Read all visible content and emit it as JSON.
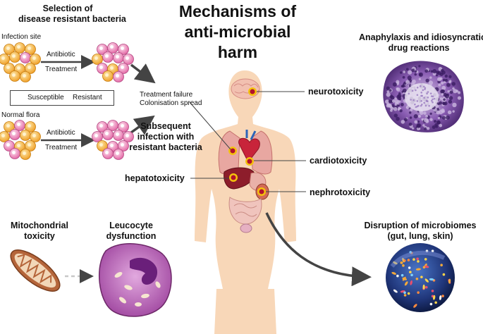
{
  "title": "Mechanisms of anti-microbial harm",
  "title_lines": [
    "Mechanisms of",
    "anti-microbial harm"
  ],
  "selection": {
    "heading_line1": "Selection of",
    "heading_line2": "disease resistant bacteria",
    "infection_site": "Infection site",
    "normal_flora": "Normal flora",
    "antibiotic": "Antibiotic",
    "treatment": "Treatment",
    "legend_susceptible": "Susceptible",
    "legend_resistant": "Resistant",
    "treatment_failure": "Treatment failure",
    "colonisation": "Colonisation spread",
    "subsequent_line1": "Subsequent",
    "subsequent_line2": "infection with",
    "subsequent_line3": "resistant bacteria"
  },
  "organs": {
    "neuro": "neurotoxicity",
    "cardio": "cardiotoxicity",
    "hepato": "hepatotoxicity",
    "nephro": "nephrotoxicity"
  },
  "anaphylaxis": {
    "line1": "Anaphylaxis and idiosyncratic",
    "line2": "drug reactions"
  },
  "microbiome": {
    "line1": "Disruption of microbiomes",
    "line2": "(gut, lung, skin)"
  },
  "mito": {
    "line1": "Mitochondrial",
    "line2": "toxicity"
  },
  "leuco": {
    "line1": "Leucocyte",
    "line2": "dysfunction"
  },
  "colors": {
    "susceptible": "#f6b23a",
    "resistant": "#f08cc0",
    "skin": "#f8d7b8",
    "arrow": "#444444",
    "mast_cell": "#6b3f94",
    "leucocyte": "#b24fa8"
  }
}
